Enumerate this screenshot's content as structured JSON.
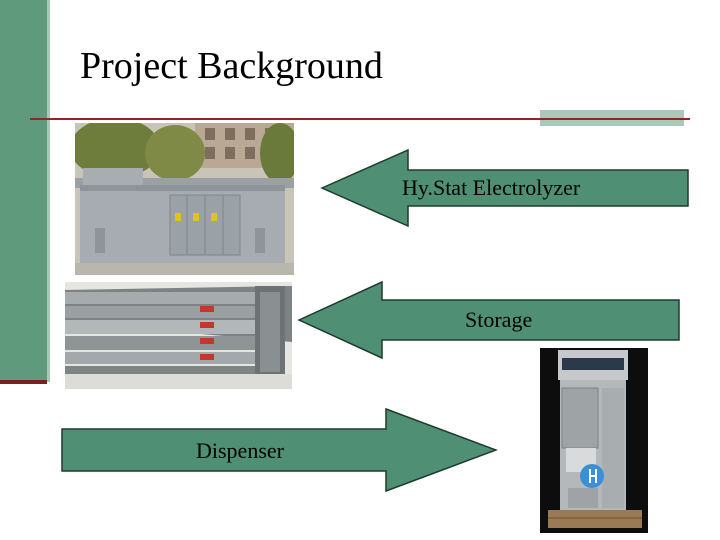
{
  "title": "Project Background",
  "labels": {
    "electrolyzer": "Hy.Stat Electrolyzer",
    "storage": "Storage",
    "dispenser": "Dispenser"
  },
  "colors": {
    "accent_green": "#5f9a7d",
    "rule_red": "#8b2a20",
    "arrow_fill": "#4f9074"
  }
}
